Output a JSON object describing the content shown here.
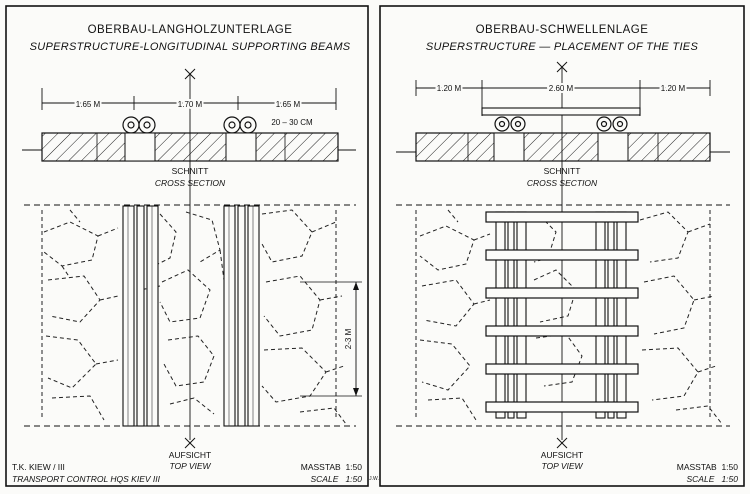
{
  "left_panel": {
    "title_de": "OBERBAU-LANGHOLZUNTERLAGE",
    "title_en": "SUPERSTRUCTURE-LONGITUDINAL SUPPORTING BEAMS",
    "dim_left": "1.65 M",
    "dim_center": "1.70 M",
    "dim_right": "1.65 M",
    "dim_depth": "20 – 30 CM",
    "section_de": "SCHNITT",
    "section_en": "CROSS SECTION",
    "plan_dim": "2-3 M",
    "top_view_de": "AUFSICHT",
    "top_view_en": "TOP VIEW",
    "footer_line1": "T.K. KIEW / III",
    "footer_line2": "TRANSPORT CONTROL HQS KIEV III",
    "scale_de": "MASSTAB  1:50",
    "scale_en": "SCALE   1:50"
  },
  "right_panel": {
    "title_de": "OBERBAU-SCHWELLENLAGE",
    "title_en": "SUPERSTRUCTURE — PLACEMENT OF THE TIES",
    "dim_left": "1.20 M",
    "dim_center": "2.60 M",
    "dim_right": "1.20 M",
    "section_de": "SCHNITT",
    "section_en": "CROSS SECTION",
    "top_view_de": "AUFSICHT",
    "top_view_en": "TOP VIEW",
    "scale_de": "MASSTAB  1:50",
    "scale_en": "SCALE   1:50"
  },
  "initials": "J.W.",
  "colors": {
    "ink": "#111111",
    "paper": "#fbfbf9"
  }
}
